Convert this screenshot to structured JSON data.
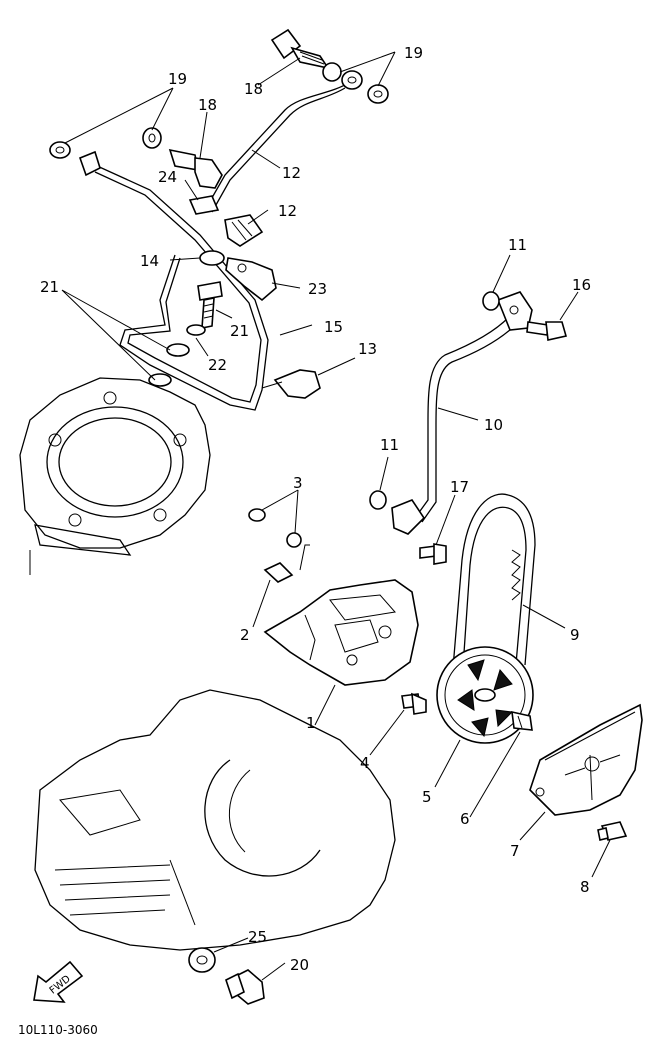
{
  "labels": [
    {
      "id": "1",
      "text": "1"
    },
    {
      "id": "2",
      "text": "2"
    },
    {
      "id": "3",
      "text": "3"
    },
    {
      "id": "4",
      "text": "4"
    },
    {
      "id": "5",
      "text": "5"
    },
    {
      "id": "6",
      "text": "6"
    },
    {
      "id": "7",
      "text": "7"
    },
    {
      "id": "8",
      "text": "8"
    },
    {
      "id": "9",
      "text": "9"
    },
    {
      "id": "10",
      "text": "10"
    },
    {
      "id": "11a",
      "text": "11"
    },
    {
      "id": "11b",
      "text": "11"
    },
    {
      "id": "12a",
      "text": "12"
    },
    {
      "id": "12b",
      "text": "12"
    },
    {
      "id": "13",
      "text": "13"
    },
    {
      "id": "14",
      "text": "14"
    },
    {
      "id": "15",
      "text": "15"
    },
    {
      "id": "16",
      "text": "16"
    },
    {
      "id": "17",
      "text": "17"
    },
    {
      "id": "18a",
      "text": "18"
    },
    {
      "id": "18b",
      "text": "18"
    },
    {
      "id": "19a",
      "text": "19"
    },
    {
      "id": "19b",
      "text": "19"
    },
    {
      "id": "20",
      "text": "20"
    },
    {
      "id": "21a",
      "text": "21"
    },
    {
      "id": "21b",
      "text": "21"
    },
    {
      "id": "22",
      "text": "22"
    },
    {
      "id": "23",
      "text": "23"
    },
    {
      "id": "24",
      "text": "24"
    },
    {
      "id": "25",
      "text": "25"
    }
  ],
  "fwd_arrow_text": "FWD",
  "reference_code": "10L110-3060"
}
